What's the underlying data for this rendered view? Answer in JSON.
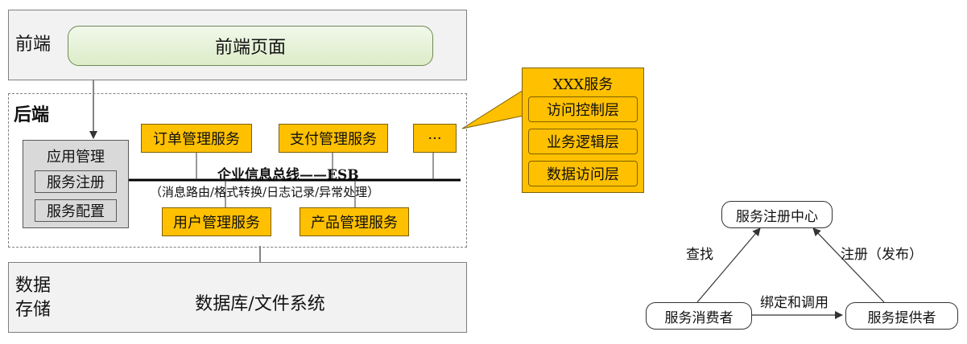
{
  "frontend": {
    "layer_label": "前端",
    "page_label": "前端页面"
  },
  "backend": {
    "layer_label": "后端",
    "app_mgmt": {
      "title": "应用管理",
      "items": [
        "服务注册",
        "服务配置"
      ]
    },
    "services_top": [
      "订单管理服务",
      "支付管理服务",
      "···"
    ],
    "services_bottom": [
      "用户管理服务",
      "产品管理服务"
    ],
    "esb": {
      "title": "企业信息总线——ESB",
      "subtitle": "（消息路由/格式转换/日志记录/异常处理）"
    }
  },
  "callout": {
    "title": "XXX服务",
    "layers": [
      "访问控制层",
      "业务逻辑层",
      "数据访问层"
    ]
  },
  "storage": {
    "layer_label_lines": [
      "数据",
      "存储"
    ],
    "db_label": "数据库/文件系统"
  },
  "registry": {
    "center": "服务注册中心",
    "consumer": "服务消费者",
    "provider": "服务提供者",
    "find_label": "查找",
    "register_label": "注册（发布）",
    "bind_label": "绑定和调用"
  },
  "colors": {
    "service_fill": "#ffc000",
    "layer_fill": "#f2f2f2",
    "pill_fill": "#e2efd9",
    "db_fill": "#dce6f2",
    "gray_fill": "#d9d9d9"
  }
}
